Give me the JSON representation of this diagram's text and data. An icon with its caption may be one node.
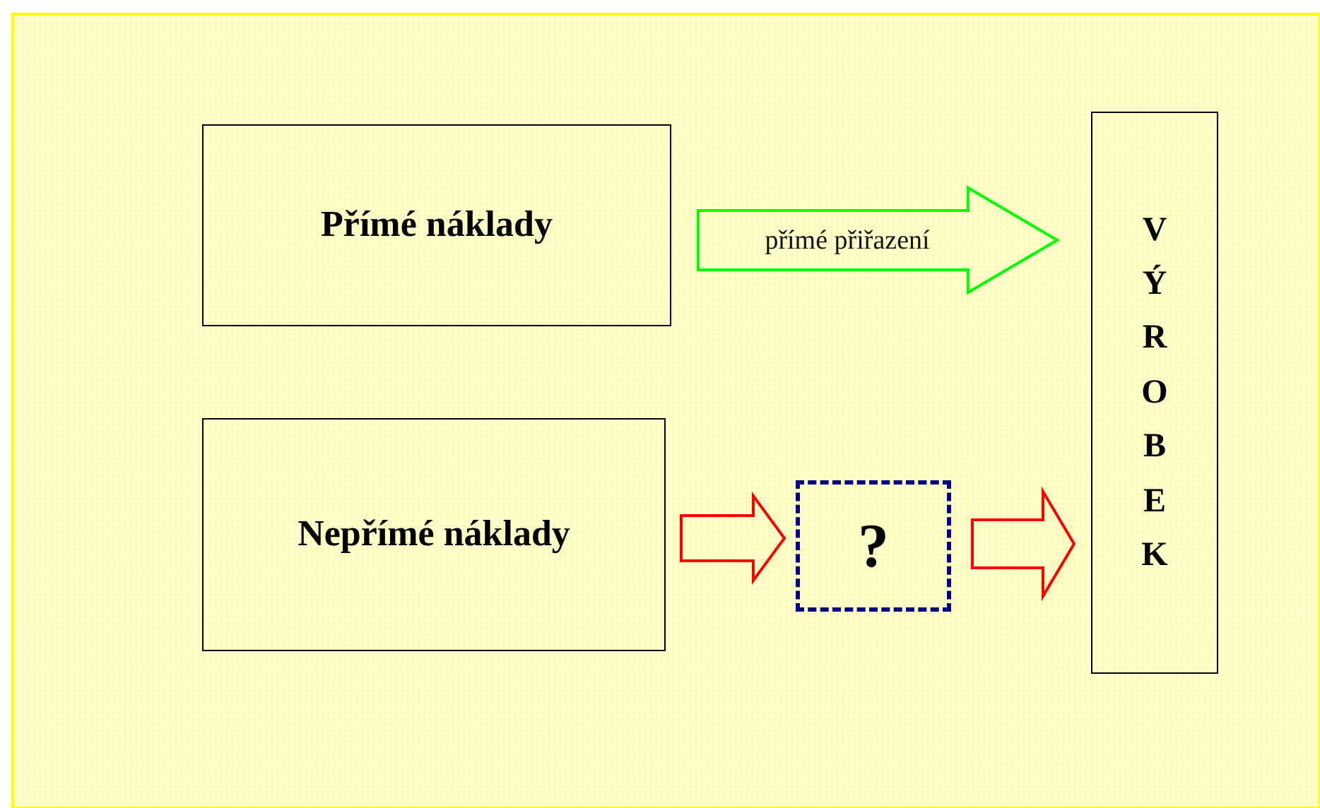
{
  "diagram": {
    "nodes": [
      {
        "text": [
          "Přímé náklady"
        ]
      },
      {
        "text": [
          "Nepřímé náklady"
        ]
      },
      {
        "text": [
          "?"
        ]
      },
      {
        "text": [
          "VÝROBEK"
        ]
      }
    ],
    "edges": [
      {
        "from": 0,
        "to": 3,
        "arrow": "to",
        "label": "přímé přiřazení",
        "color": "#00ff00"
      },
      {
        "from": 1,
        "to": 2,
        "arrow": "to"
      },
      {
        "from": 2,
        "to": 3,
        "arrow": "to"
      }
    ]
  }
}
